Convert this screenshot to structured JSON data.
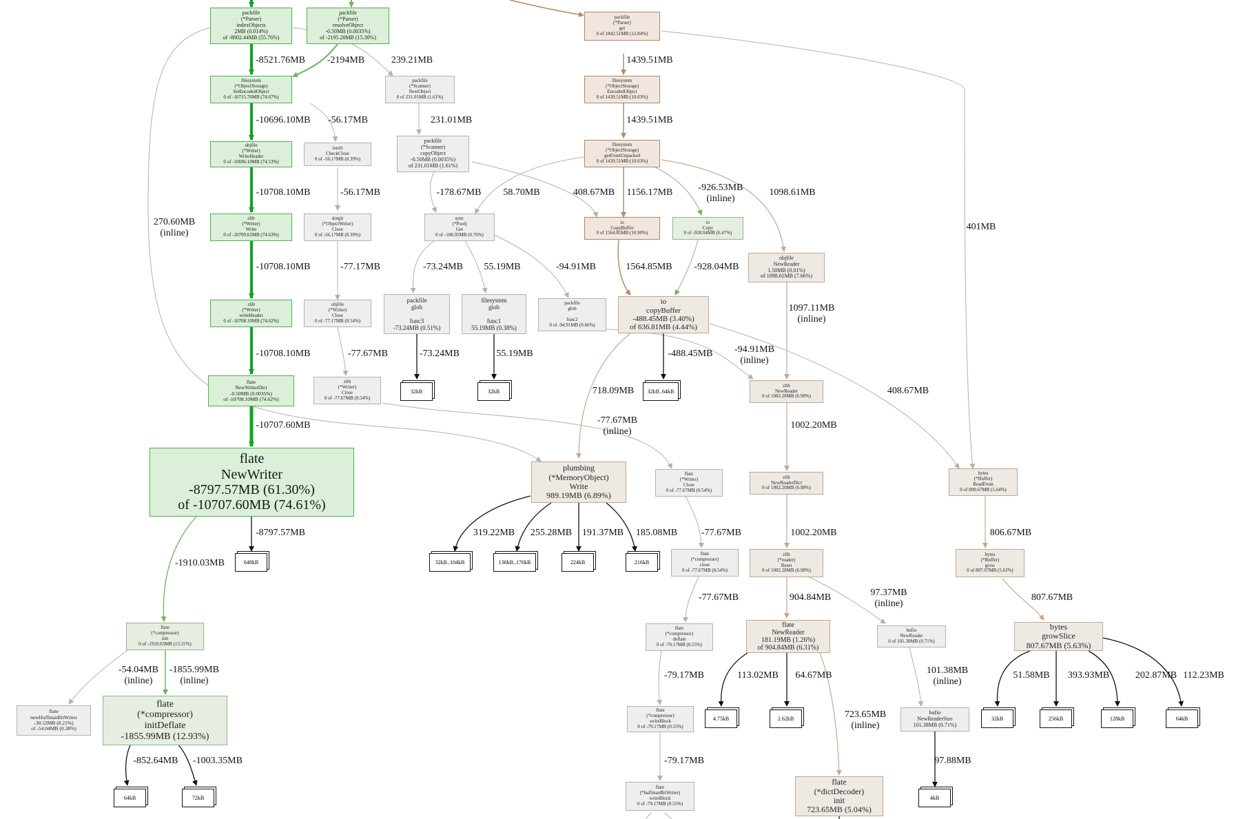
{
  "nodes": {
    "n_pf_index": [
      "packfile",
      "(*Parser)",
      "indexObjects",
      "2MB (0.014%)",
      "of -8002.44MB (55.76%)"
    ],
    "n_pf_resolve": [
      "packfile",
      "(*Parser)",
      "resolveObject",
      "-0.50MB (0.0035%)",
      "of -2195.20MB (15.30%)"
    ],
    "n_pf_get": [
      "packfile",
      "(*Parser)",
      "get",
      "0 of 1842.51MB (12.84%)"
    ],
    "n_fs_set": [
      "filesystem",
      "(*ObjectStorage)",
      "SetEncodedObject",
      "0 of -10715.76MB (74.67%)"
    ],
    "n_pf_next": [
      "packfile",
      "(*Scanner)",
      "NextObject",
      "0 of 231.01MB (1.61%)"
    ],
    "n_fs_enc": [
      "filesystem",
      "(*ObjectStorage)",
      "EncodedObject",
      "0 of 1439.51MB (10.03%)"
    ],
    "n_obj_wh": [
      "objfile",
      "(*Writer)",
      "WriteHeader",
      "0 of -10696.10MB (74.53%)"
    ],
    "n_ioutil": [
      "ioutil",
      "CheckClose",
      "0 of -56.17MB (0.39%)"
    ],
    "n_pf_copy": [
      "packfile",
      "(*Scanner)",
      "copyObject",
      "-0.50MB (0.0035%)",
      "of 231.01MB (1.61%)"
    ],
    "n_fs_getun": [
      "filesystem",
      "(*ObjectStorage)",
      "getFromUnpacked",
      "0 of 1439.51MB (10.03%)"
    ],
    "n_zlib_write": [
      "zlib",
      "(*Writer)",
      "Write",
      "0 of -10709.61MB (74.63%)"
    ],
    "n_dotgit": [
      "dotgit",
      "(*ObjectWriter)",
      "Close",
      "0 of -56.17MB (0.39%)"
    ],
    "n_sync": [
      "sync",
      "(*Pool)",
      "Get",
      "0 of -108.95MB (0.76%)"
    ],
    "n_io_cb": [
      "io",
      "CopyBuffer",
      "0 of 1564.85MB (10.90%)"
    ],
    "n_io_copy": [
      "io",
      "Copy",
      "0 of -928.04MB (6.47%)"
    ],
    "n_obj_nr": [
      "objfile",
      "NewReader",
      "1.50MB (0.01%)",
      "of 1098.61MB (7.66%)"
    ],
    "n_zlib_wh": [
      "zlib",
      "(*Writer)",
      "writeHeader",
      "0 of -10708.10MB (74.62%)"
    ],
    "n_obj_close": [
      "objfile",
      "(*Writer)",
      "Close",
      "0 of -77.17MB (0.54%)"
    ],
    "n_pf_glob3": [
      "packfile",
      "glob",
      "",
      "func3",
      "-73.24MB (0.51%)"
    ],
    "n_fs_glob1": [
      "filesystem",
      "glob",
      "",
      "func1",
      "55.19MB (0.38%)"
    ],
    "n_pf_glob2": [
      "packfile",
      "glob",
      "",
      "func2",
      "0 of -94.91MB (0.66%)"
    ],
    "n_io_copybuffer": [
      "io",
      "copyBuffer",
      "-488.45MB (3.40%)",
      "of 636.81MB (4.44%)"
    ],
    "n_flate_nwd": [
      "flate",
      "NewWriterDict",
      "-0.50MB (0.0035%)",
      "of -10708.10MB (74.62%)"
    ],
    "n_zlib_close": [
      "zlib",
      "(*Writer)",
      "Close",
      "0 of -77.67MB (0.54%)"
    ],
    "n_zlib_nr": [
      "zlib",
      "NewReader",
      "0 of 1002.20MB (6.98%)"
    ],
    "n_flate_nw": [
      "flate",
      "NewWriter",
      "-8797.57MB (61.30%)",
      "of -10707.60MB (74.61%)"
    ],
    "n_plumbing": [
      "plumbing",
      "(*MemoryObject)",
      "Write",
      "989.19MB (6.89%)"
    ],
    "n_flate_wclose": [
      "flate",
      "(*Writer)",
      "Close",
      "0 of -77.67MB (0.54%)"
    ],
    "n_zlib_nrd": [
      "zlib",
      "NewReaderDict",
      "0 of 1002.20MB (6.98%)"
    ],
    "n_bytes_rf": [
      "bytes",
      "(*Buffer)",
      "ReadFrom",
      "0 of 809.67MB (5.64%)"
    ],
    "n_flate_cclose": [
      "flate",
      "(*compressor)",
      "close",
      "0 of -77.67MB (0.54%)"
    ],
    "n_zlib_reset": [
      "zlib",
      "(*reader)",
      "Reset",
      "0 of 1002.20MB (6.98%)"
    ],
    "n_bytes_grow": [
      "bytes",
      "(*Buffer)",
      "grow",
      "0 of 807.67MB (5.63%)"
    ],
    "n_flate_init": [
      "flate",
      "(*compressor)",
      "init",
      "0 of -1910.03MB (13.31%)"
    ],
    "n_flate_deflate": [
      "flate",
      "(*compressor)",
      "deflate",
      "0 of -79.17MB (0.55%)"
    ],
    "n_flate_nr": [
      "flate",
      "NewReader",
      "181.19MB (1.26%)",
      "of 904.84MB (6.31%)"
    ],
    "n_bufio_nr": [
      "bufio",
      "NewReader",
      "0 of 101.38MB (0.71%)"
    ],
    "n_bytes_gs": [
      "bytes",
      "growSlice",
      "807.67MB (5.63%)"
    ],
    "n_flate_nhbw": [
      "flate",
      "newHuffmanBitWriter",
      "-30.52MB (0.21%)",
      "of -54.04MB (0.38%)"
    ],
    "n_flate_initdeflate": [
      "flate",
      "(*compressor)",
      "initDeflate",
      "-1855.99MB (12.93%)"
    ],
    "n_flate_wb": [
      "flate",
      "(*compressor)",
      "writeBlock",
      "0 of -79.17MB (0.55%)"
    ],
    "n_bufio_nrs": [
      "bufio",
      "NewReaderSize",
      "101.38MB (0.71%)"
    ],
    "n_flate_dd": [
      "flate",
      "(*dictDecoder)",
      "init",
      "723.65MB (5.04%)"
    ],
    "n_flate_hbw": [
      "flate",
      "(*huffmanBitWriter)",
      "writeBlock",
      "0 of -79.17MB (0.55%)"
    ]
  },
  "blocks": [
    "32kB",
    "32kB",
    "32kB..64kB",
    "648kB",
    "32kB..104kB",
    "136kB..176kB",
    "224kB",
    "216kB",
    "4.75kB",
    "2.62kB",
    "32kB",
    "256kB",
    "128kB",
    "64kB",
    "64kB",
    "72kB",
    "4kB"
  ],
  "edge_labels": [
    [
      "-8521.76MB"
    ],
    [
      "-2194MB"
    ],
    [
      "239.21MB"
    ],
    [
      "1439.51MB"
    ],
    [
      "-10696.10MB"
    ],
    [
      "-56.17MB"
    ],
    [
      "231.01MB"
    ],
    [
      "1439.51MB"
    ],
    [
      "-10708.10MB"
    ],
    [
      "-56.17MB"
    ],
    [
      "-178.67MB"
    ],
    [
      "58.70MB"
    ],
    [
      "408.67MB"
    ],
    [
      "1156.17MB"
    ],
    [
      "-926.53MB",
      "(inline)"
    ],
    [
      "1098.61MB"
    ],
    [
      "270.60MB",
      "(inline)"
    ],
    [
      "401MB"
    ],
    [
      "-10708.10MB"
    ],
    [
      "-77.17MB"
    ],
    [
      "-73.24MB"
    ],
    [
      "55.19MB"
    ],
    [
      "-94.91MB"
    ],
    [
      "1564.85MB"
    ],
    [
      "-928.04MB"
    ],
    [
      "1097.11MB",
      "(inline)"
    ],
    [
      "-10708.10MB"
    ],
    [
      "-77.67MB"
    ],
    [
      "-73.24MB"
    ],
    [
      "55.19MB"
    ],
    [
      "-488.45MB"
    ],
    [
      "-94.91MB",
      "(inline)"
    ],
    [
      "718.09MB"
    ],
    [
      "408.67MB"
    ],
    [
      "-10707.60MB"
    ],
    [
      "-77.67MB",
      "(inline)"
    ],
    [
      "1002.20MB"
    ],
    [
      "-8797.57MB"
    ],
    [
      "319.22MB"
    ],
    [
      "255.28MB"
    ],
    [
      "191.37MB"
    ],
    [
      "185.08MB"
    ],
    [
      "-77.67MB"
    ],
    [
      "1002.20MB"
    ],
    [
      "806.67MB"
    ],
    [
      "-1910.03MB"
    ],
    [
      "-77.67MB"
    ],
    [
      "904.84MB"
    ],
    [
      "97.37MB",
      "(inline)"
    ],
    [
      "807.67MB"
    ],
    [
      "-54.04MB",
      "(inline)"
    ],
    [
      "-1855.99MB",
      "(inline)"
    ],
    [
      "-79.17MB"
    ],
    [
      "113.02MB"
    ],
    [
      "64.67MB"
    ],
    [
      "101.38MB",
      "(inline)"
    ],
    [
      "51.58MB"
    ],
    [
      "393.93MB"
    ],
    [
      "202.87MB"
    ],
    [
      "112.23MB"
    ],
    [
      "723.65MB",
      "(inline)"
    ],
    [
      "-852.64MB"
    ],
    [
      "-1003.35MB"
    ],
    [
      "-79.17MB"
    ],
    [
      "97.88MB"
    ]
  ],
  "colors": {
    "green_strong": "#0aa61f",
    "green": "#6ab65a",
    "green_light": "#8fc583",
    "grey": "#b3b1ad",
    "brown": "#b98a62",
    "brown_light": "#c6a88f",
    "black": "#111111"
  }
}
